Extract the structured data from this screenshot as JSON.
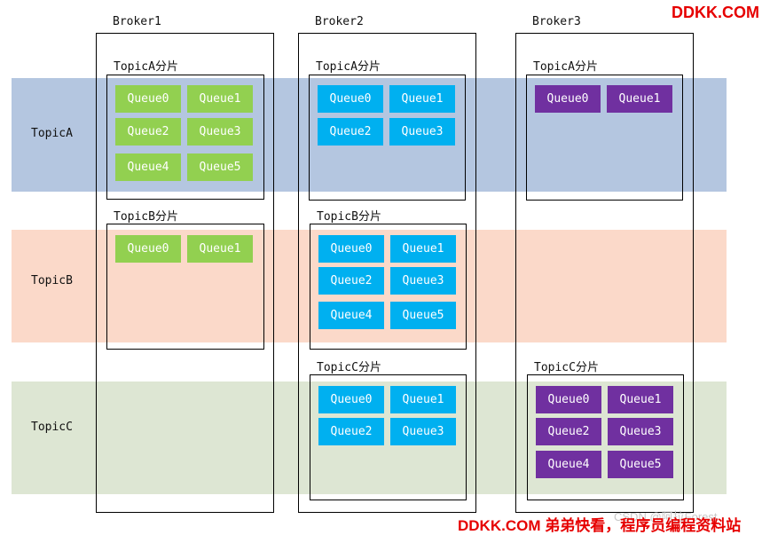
{
  "colors": {
    "band_topica": "#b4c6e0",
    "band_topicb": "#fbd9c9",
    "band_topicc": "#dde6d3",
    "queue_broker1": "#92d050",
    "queue_broker2": "#00b0f0",
    "queue_broker3": "#7030a0"
  },
  "topics": {
    "a": "TopicA",
    "b": "TopicB",
    "c": "TopicC"
  },
  "brokers": {
    "b1": "Broker1",
    "b2": "Broker2",
    "b3": "Broker3"
  },
  "groups": {
    "b1_topica": "TopicA分片",
    "b1_topicb": "TopicB分片",
    "b2_topica": "TopicA分片",
    "b2_topicb": "TopicB分片",
    "b2_topicc": "TopicC分片",
    "b3_topica": "TopicA分片",
    "b3_topicc": "TopicC分片"
  },
  "queues": [
    "Queue0",
    "Queue1",
    "Queue2",
    "Queue3",
    "Queue4",
    "Queue5"
  ],
  "watermarks": {
    "top": "DDKK.COM",
    "bottom": "DDKK.COM 弟弟快看，程序员编程资料站",
    "csdn": "CSDN @阿拉Forest"
  }
}
